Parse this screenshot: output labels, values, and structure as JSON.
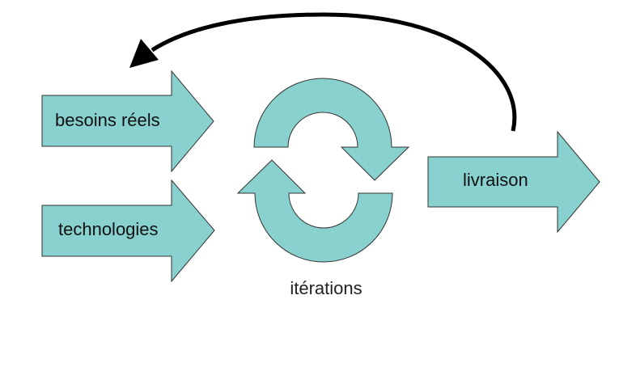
{
  "diagram": {
    "inputs": {
      "needs_label": "besoins réels",
      "tech_label": "technologies"
    },
    "output": {
      "delivery_label": "livraison"
    },
    "cycle": {
      "caption": "itérations"
    },
    "colors": {
      "shape_fill": "#88d1ce",
      "shape_stroke": "#333333",
      "feedback_arrow": "#000000"
    }
  }
}
